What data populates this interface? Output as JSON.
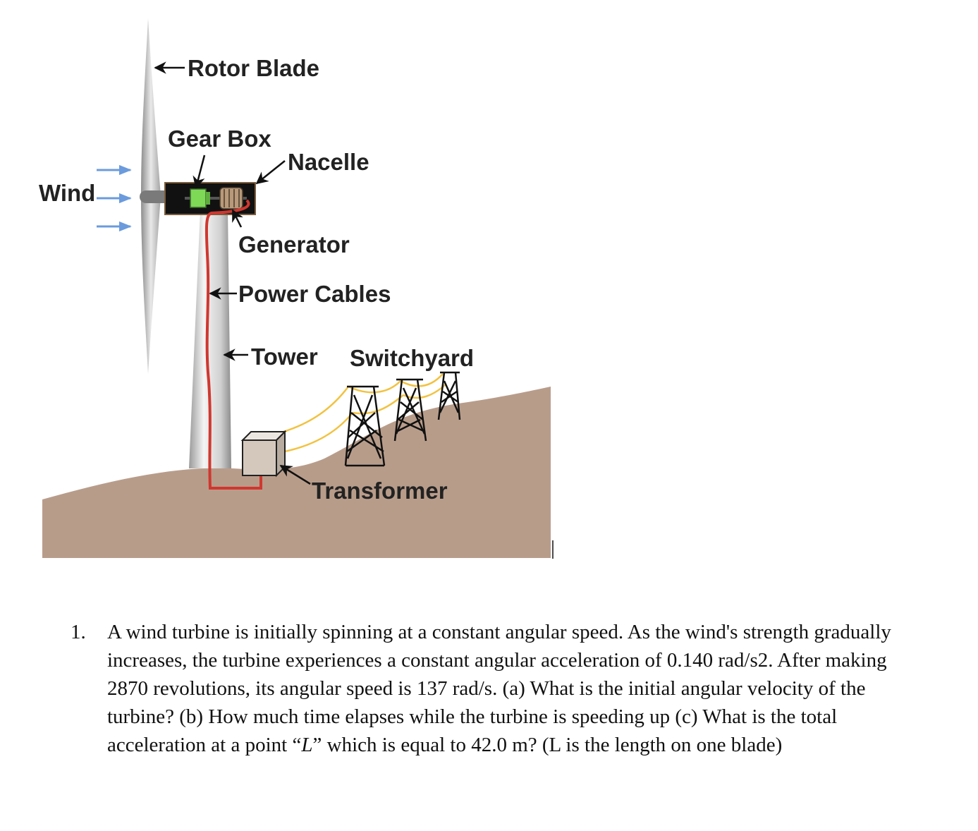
{
  "diagram": {
    "labels": {
      "rotor_blade": "Rotor Blade",
      "gear_box": "Gear Box",
      "nacelle": "Nacelle",
      "wind": "Wind",
      "generator": "Generator",
      "power_cables": "Power Cables",
      "tower": "Tower",
      "switchyard": "Switchyard",
      "transformer": "Transformer"
    },
    "colors": {
      "ground": "#b89c8a",
      "power_cable": "#d0372f",
      "transmission_line": "#f2c240",
      "wind_arrow": "#6b9bdc",
      "gear_box": "#7ed957",
      "nacelle": "#111111",
      "transformer": "#d4c8bd"
    }
  },
  "problem": {
    "number": "1.",
    "text_before_var": "A wind turbine is initially spinning at a constant angular speed. As the wind's strength gradually increases, the turbine experiences a constant angular acceleration of 0.140 rad/s2. After making 2870 revolutions, its angular speed is 137 rad/s. (a) What is the initial angular velocity of the turbine? (b) How much time elapses while the turbine is speeding up (c) What is the total acceleration at a point “",
    "variable": "L",
    "text_after_var": "” which is equal to 42.0 m? (L is the length on one blade)"
  }
}
